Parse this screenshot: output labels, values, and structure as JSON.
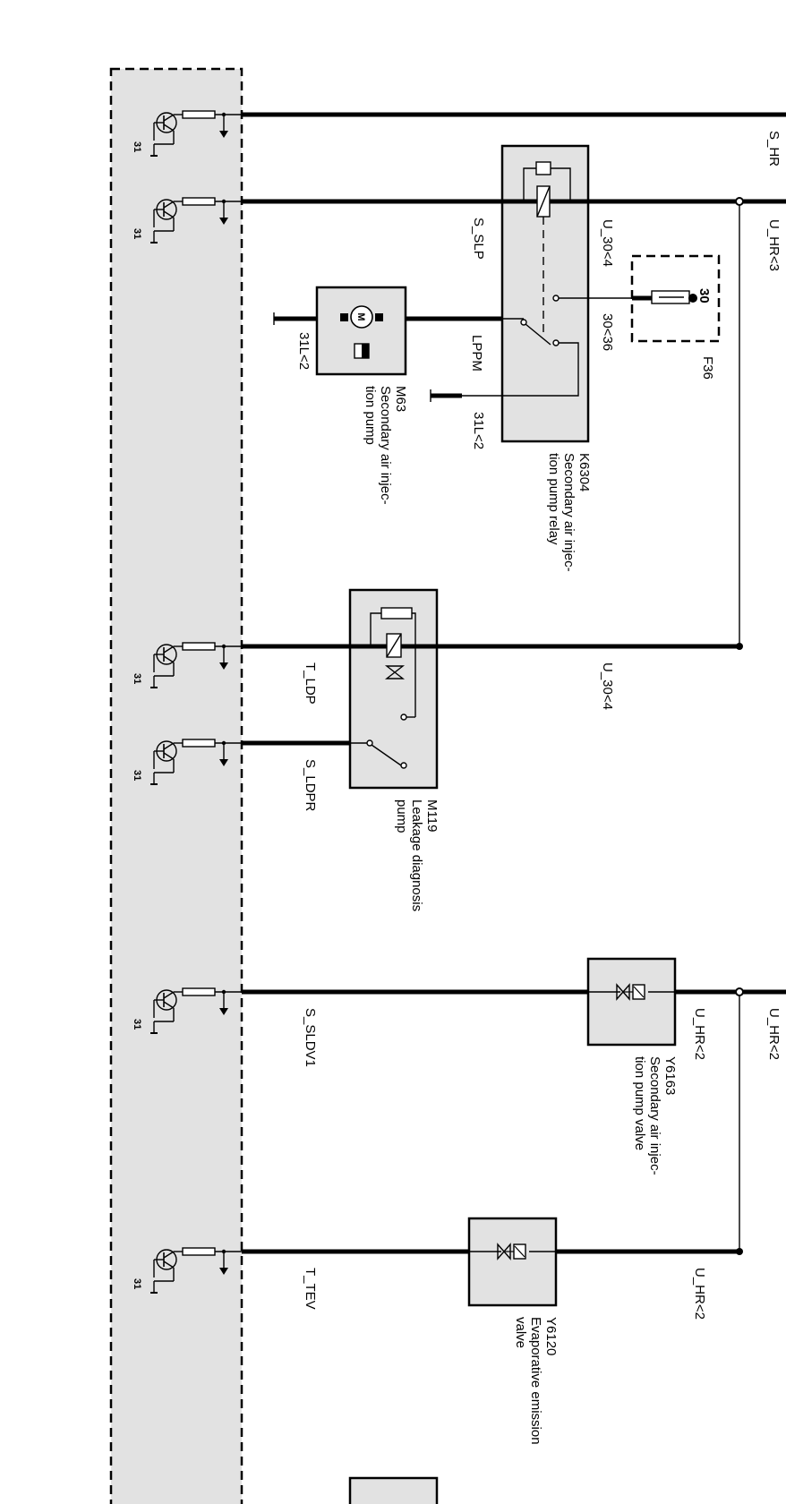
{
  "signals": {
    "s_hr": "S_HR",
    "u_hr_3": "U_HR<3",
    "s_slp": "S_SLP",
    "u_30_4_top": "U_30<4",
    "t30_36": "30<36",
    "lppm": "LPPM",
    "l31_2_m63": "31L<2",
    "l31_2_lppm": "31L<2",
    "t_ldp": "T_LDP",
    "u_30_4_mid": "U_30<4",
    "s_ldpr": "S_LDPR",
    "s_sldv1": "S_SLDV1",
    "u_hr_2_a": "U_HR<2",
    "u_hr_2_b": "U_HR<2",
    "t_tev": "T_TEV",
    "u_hr_2_c": "U_HR<2"
  },
  "ground_label": "31",
  "fuse": {
    "id": "F36",
    "terminal": "30"
  },
  "motor_symbol": "M",
  "components": {
    "k6304": {
      "id": "K6304",
      "desc_line1": "Secondary air injec-",
      "desc_line2": "tion pump relay"
    },
    "m63": {
      "id": "M63",
      "desc_line1": "Secondary air injec-",
      "desc_line2": "tion pump"
    },
    "m119": {
      "id": "M119",
      "desc_line1": "Leakage diagnosis",
      "desc_line2": "pump"
    },
    "y6163": {
      "id": "Y6163",
      "desc_line1": "Secondary air injec-",
      "desc_line2": "tion pump valve"
    },
    "y6120": {
      "id": "Y6120",
      "desc_line1": "Evaporative emission",
      "desc_line2": "valve"
    }
  }
}
